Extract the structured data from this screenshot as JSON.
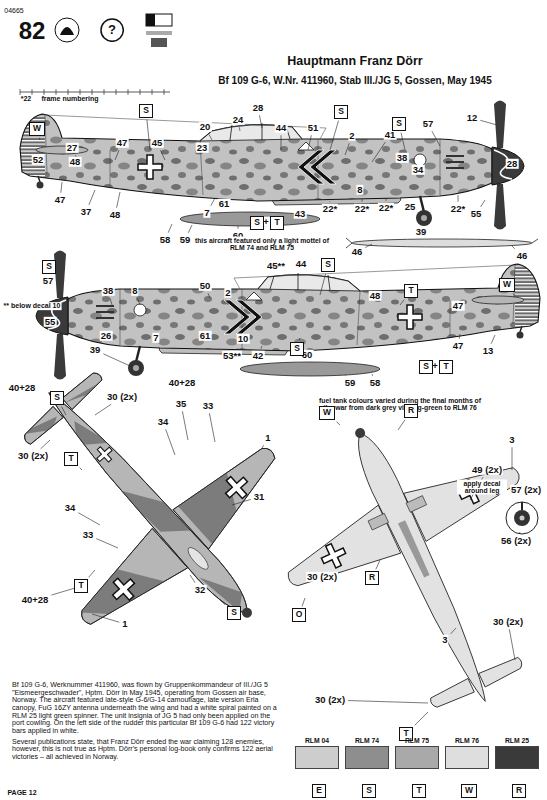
{
  "diagram": {
    "title": "Hauptmann Franz Dörr",
    "nodes": [
      {
        "text": [
          "?"
        ]
      },
      {
        "text": [
          "W"
        ]
      },
      {
        "text": [
          "S"
        ]
      },
      {
        "text": [
          "S"
        ]
      },
      {
        "text": [
          "S"
        ]
      },
      {
        "text": [
          "S"
        ]
      },
      {
        "text": [
          "T"
        ]
      },
      {
        "text": [
          "S"
        ]
      },
      {
        "text": [
          "S"
        ]
      },
      {
        "text": [
          "T"
        ]
      },
      {
        "text": [
          "W"
        ]
      },
      {
        "text": [
          "S"
        ]
      },
      {
        "text": [
          "S"
        ]
      },
      {
        "text": [
          "T"
        ]
      },
      {
        "text": [
          "S"
        ]
      },
      {
        "text": [
          "T"
        ]
      },
      {
        "text": [
          "T"
        ]
      },
      {
        "text": [
          "S"
        ]
      },
      {
        "text": [
          "W"
        ]
      },
      {
        "text": [
          "R"
        ]
      },
      {
        "text": [
          "R"
        ]
      },
      {
        "text": [
          "O"
        ]
      },
      {
        "text": [
          "T"
        ]
      },
      {
        "text": [
          "E"
        ]
      },
      {
        "text": [
          "S"
        ]
      },
      {
        "text": [
          "T"
        ]
      },
      {
        "text": [
          "W"
        ]
      },
      {
        "text": [
          "R"
        ]
      }
    ],
    "labels": [
      "04665",
      "82",
      "Bf 109 G-6, W.Nr. 411960, Stab III./JG 5, Gossen, May 1945",
      "*22",
      "frame numbering",
      "28",
      "24",
      "20",
      "44",
      "51",
      "2",
      "41",
      "57",
      "12",
      "27",
      "47",
      "45",
      "23",
      "52",
      "48",
      "47",
      "37",
      "48",
      "7",
      "61",
      "43",
      "22*",
      "8",
      "22*",
      "22*",
      "25",
      "39",
      "22*",
      "55",
      "38",
      "34",
      "28",
      "60",
      "58",
      "59",
      "+",
      "this aircraft featured only a light mottel of RLM 74 and RLM 75",
      "46",
      "46",
      "57",
      "38",
      "8",
      "50",
      "2",
      "45**",
      "44",
      "48",
      "47",
      "** below decal 10",
      "55",
      "26",
      "39",
      "7",
      "61",
      "10",
      "53**",
      "42",
      "60",
      "+",
      "13",
      "47",
      "59",
      "58",
      "fuel tank colours varied during the final months of the war from dark grey via egg-green to RLM 76",
      "40+28",
      "30 (2x)",
      "40+28",
      "35",
      "33",
      "34",
      "1",
      "30 (2x)",
      "31",
      "34",
      "33",
      "40+28",
      "32",
      "1",
      "3",
      "49 (2x)",
      "apply decal around leg",
      "57 (2x)",
      "56 (2x)",
      "30 (2x)",
      "3",
      "30 (2x)",
      "30 (2x)",
      "Bf 109 G-6, Werknummer 411960, was flown by Gruppenkommandeur of III./JG 5 \"Eismeergeschwader\", Hptm. Dörr in May 1945, operating from Gossen air base, Norway. The aircraft featured late-style G-6/G-14 camouflage, late version Erla canopy, FuG 16ZY antenna underneath the wing and had a white spiral painted on a RLM 25 light green spinner. The unit insignia of JG 5 had only been applied on the port cowling. On the left side of the rudder this particular Bf 109 G-6 had 122 victory bars applied in white.",
      "Several publications state, that Franz Dörr ended the war claiming 128 enemies, however, this is not true as Hptm. Dörr's personal log-book only confirms 122 aerial victories – all achieved in Norway.",
      "PAGE 12"
    ],
    "legend": [
      {
        "text": "RLM 04",
        "color": "#cdcdcd"
      },
      {
        "text": "RLM 74",
        "color": "#8e8e8e"
      },
      {
        "text": "RLM 75",
        "color": "#a9a9a9"
      },
      {
        "text": "RLM 76",
        "color": "#dedede"
      },
      {
        "text": "RLM 25",
        "color": "#3a3a3a"
      }
    ]
  }
}
